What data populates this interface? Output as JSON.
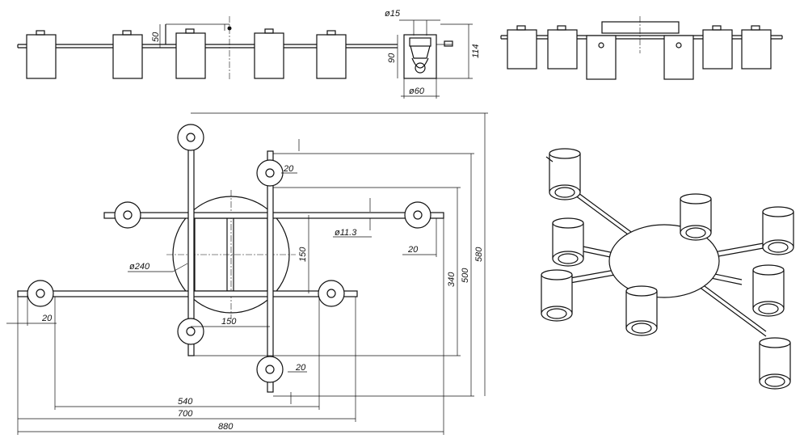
{
  "dimensions": {
    "d15": "ø15",
    "d50": "50",
    "d90": "90",
    "d114": "114",
    "d60": "ø60",
    "d20a": "20",
    "d11": "ø11.3",
    "d20b": "20",
    "d150v": "150",
    "d240": "ø240",
    "d340": "340",
    "d500": "500",
    "d580": "580",
    "d20c": "20",
    "d150h": "150",
    "d20d": "20",
    "d540": "540",
    "d700": "700",
    "d880": "880"
  }
}
